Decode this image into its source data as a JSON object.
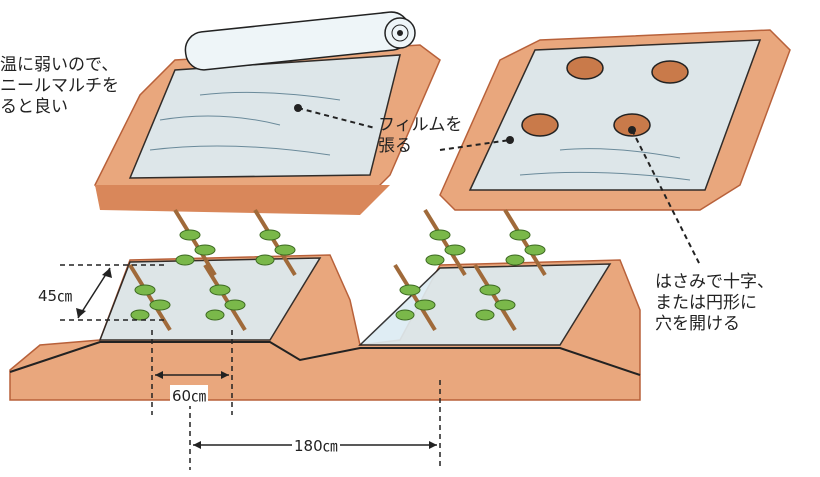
{
  "annotations": {
    "top_left_note": [
      "温に弱いので、",
      "ニールマルチを",
      "ると良い"
    ],
    "film_note": [
      "フィルムを",
      "張る"
    ],
    "cut_note": [
      "はさみで十字、",
      "または円形に",
      "穴を開ける"
    ]
  },
  "dimensions": {
    "row_spacing": "45㎝",
    "plant_spacing": "60㎝",
    "bed_width": "180㎝"
  },
  "colors": {
    "soil": "#d9875a",
    "soil_dark": "#b8613a",
    "film": "#dcecf3",
    "leaf": "#7ab84a",
    "stake": "#a06a3a",
    "ink": "#222222"
  }
}
